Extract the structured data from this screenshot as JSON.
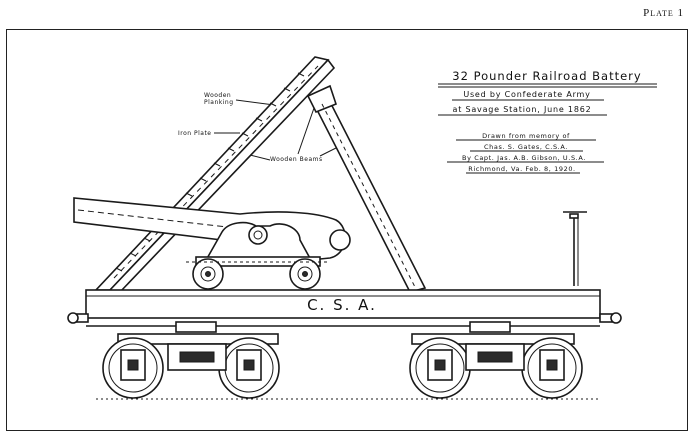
{
  "plate": "Plate 1",
  "title": {
    "main": "32 Pounder Railroad Battery",
    "line2": "Used by Confederate Army",
    "line3": "at Savage Station, June 1862"
  },
  "credit": {
    "line1": "Drawn from memory of",
    "line2": "Chas. S. Gates, C.S.A.",
    "line3": "By Capt. Jas. A.B. Gibson, U.S.A.",
    "line4": "Richmond, Va. Feb. 8, 1920."
  },
  "labels": {
    "wooden": "Wooden",
    "planking": "Planking",
    "iron_plate": "Iron Plate",
    "wooden_beams": "Wooden Beams",
    "car_marking": "C. S. A."
  }
}
